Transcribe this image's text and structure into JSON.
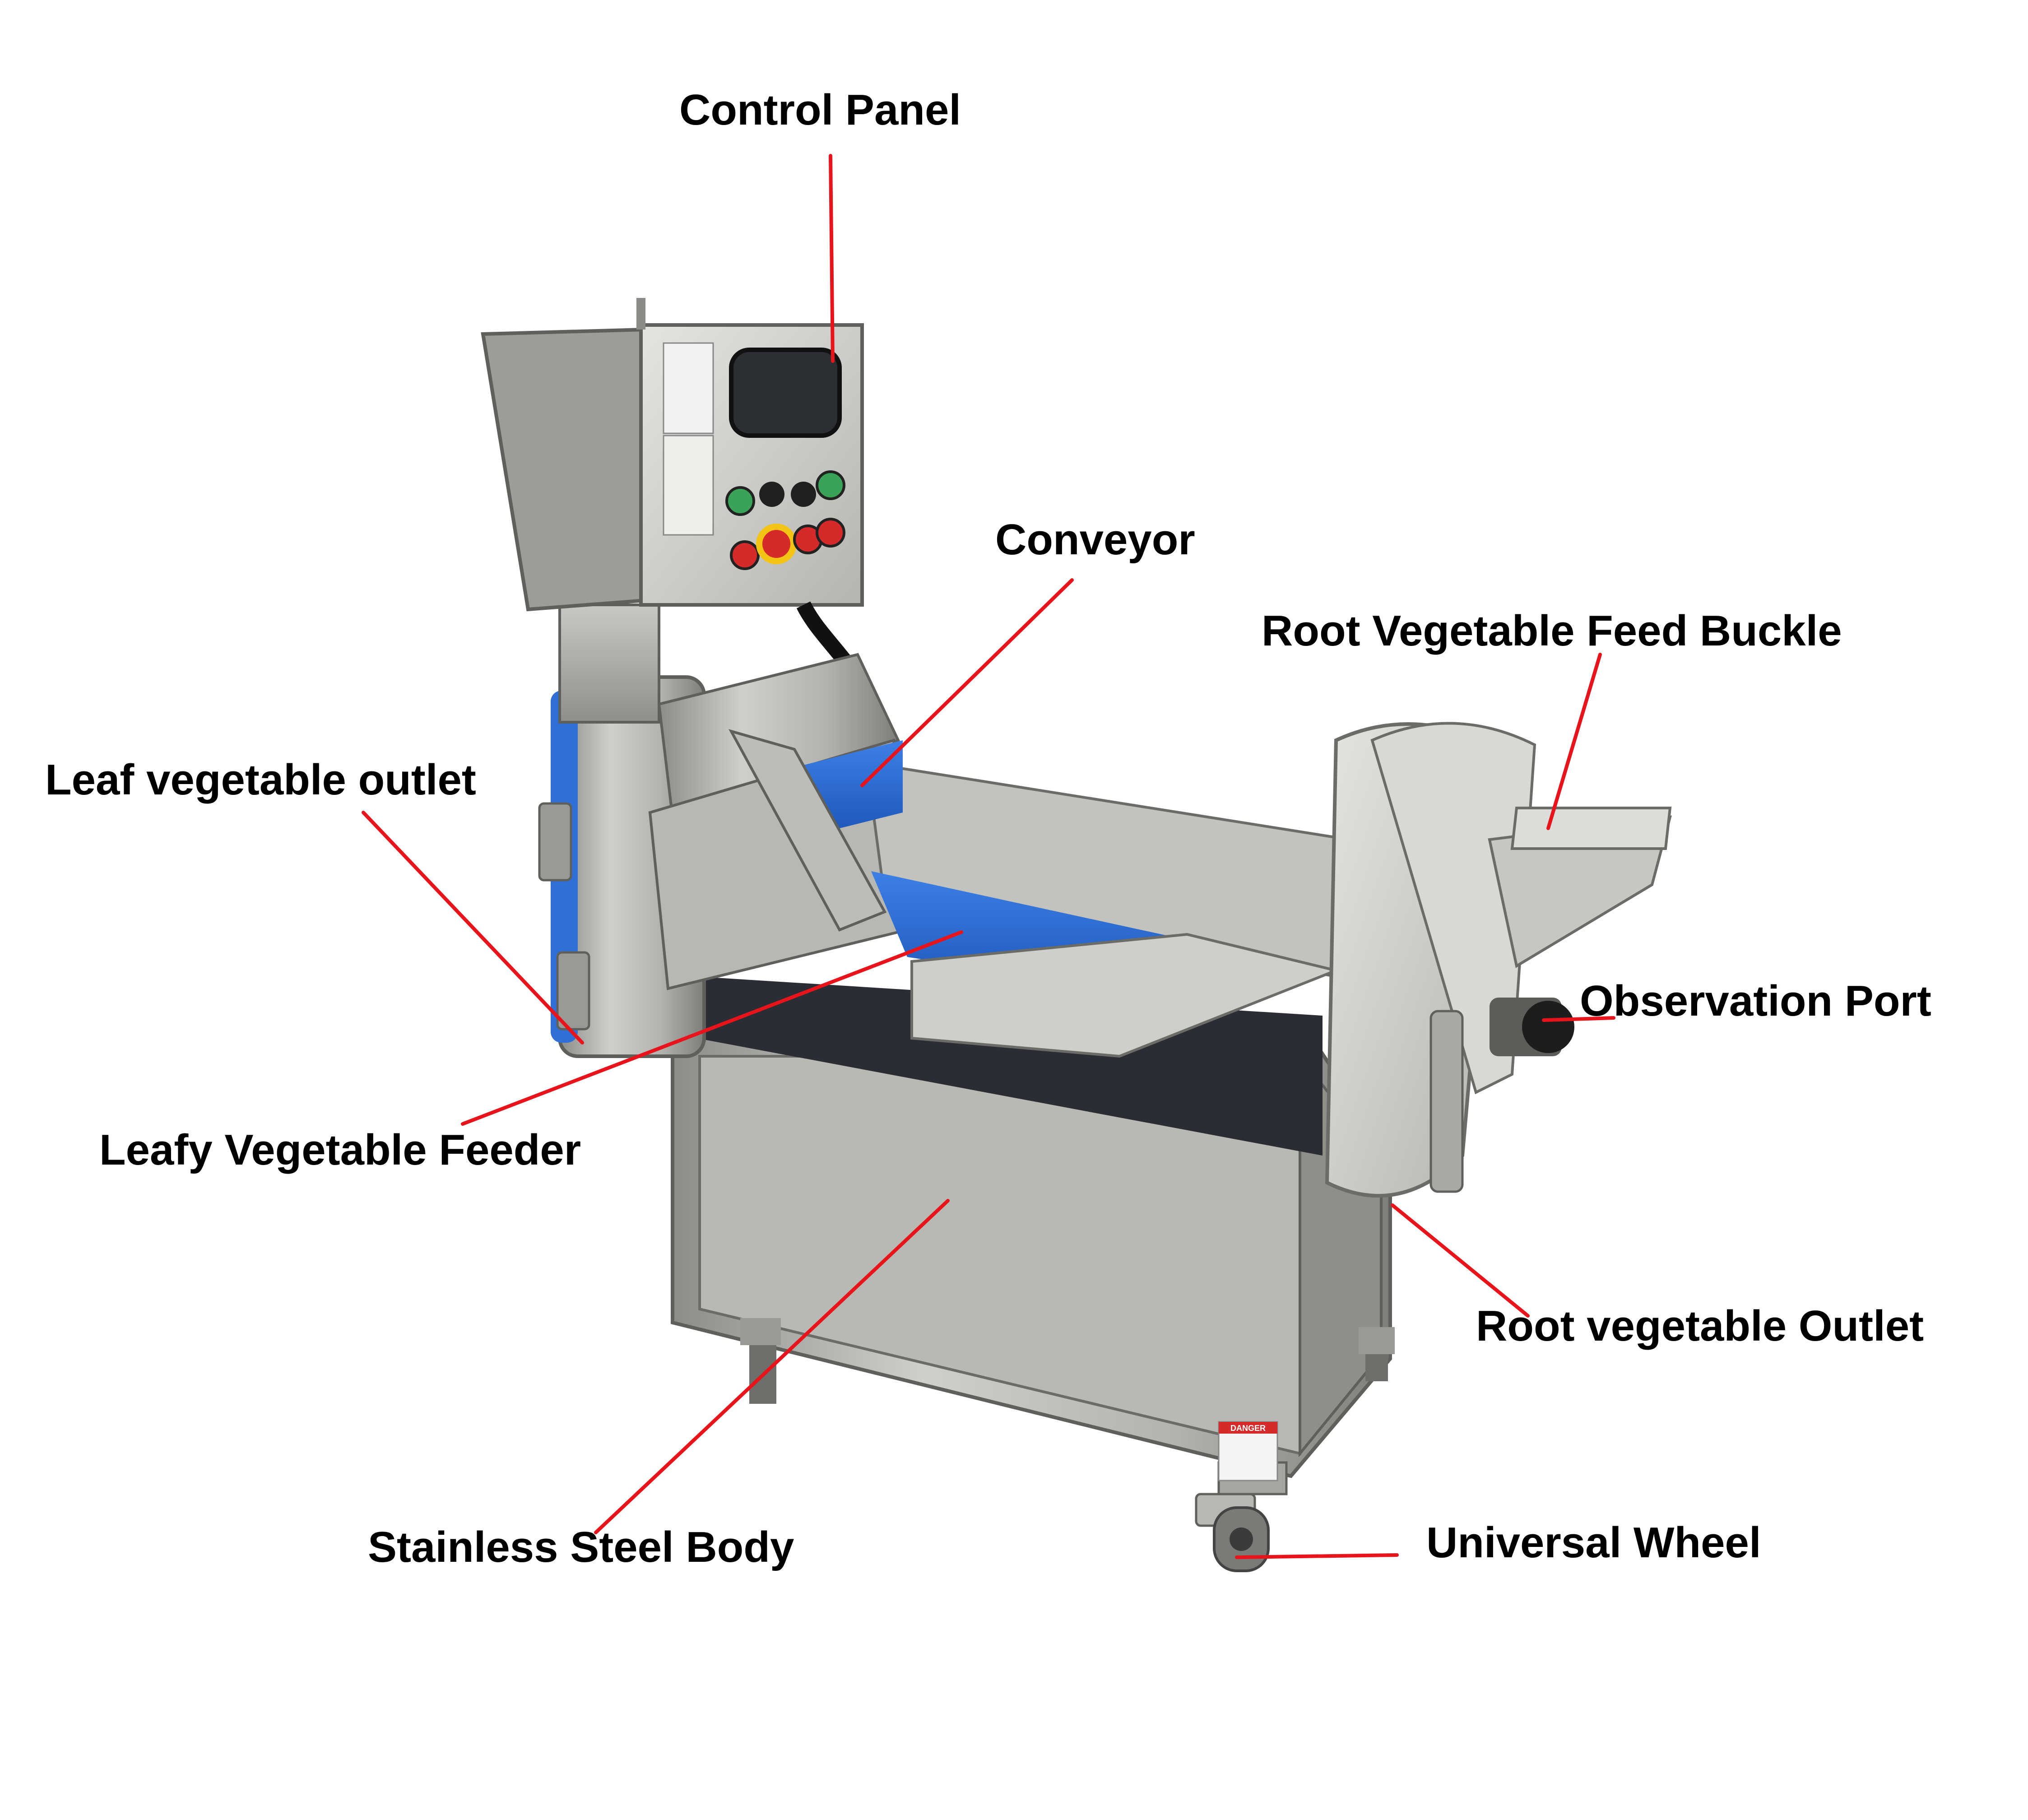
{
  "colors": {
    "leader": "#e8141b",
    "steel_light": "#d9d9d6",
    "steel_mid": "#a9a9a5",
    "steel_dark": "#6f6f6b",
    "belt_blue": "#2f6fd6",
    "button_green": "#3aa357",
    "button_red": "#d62a2a",
    "button_yellow": "#f3c316"
  },
  "labels": {
    "control_panel": "Control Panel",
    "conveyor": "Conveyor",
    "root_vegetable_feed_buckle": "Root Vegetable Feed Buckle",
    "leaf_vegetable_outlet": "Leaf vegetable outlet",
    "observation_port": "Observation Port",
    "leafy_vegetable_feeder": "Leafy Vegetable Feeder",
    "root_vegetable_outlet": "Root vegetable Outlet",
    "stainless_steel_body": "Stainless Steel Body",
    "universal_wheel": "Universal Wheel"
  },
  "machine": {
    "warning_sticker": "DANGER"
  }
}
